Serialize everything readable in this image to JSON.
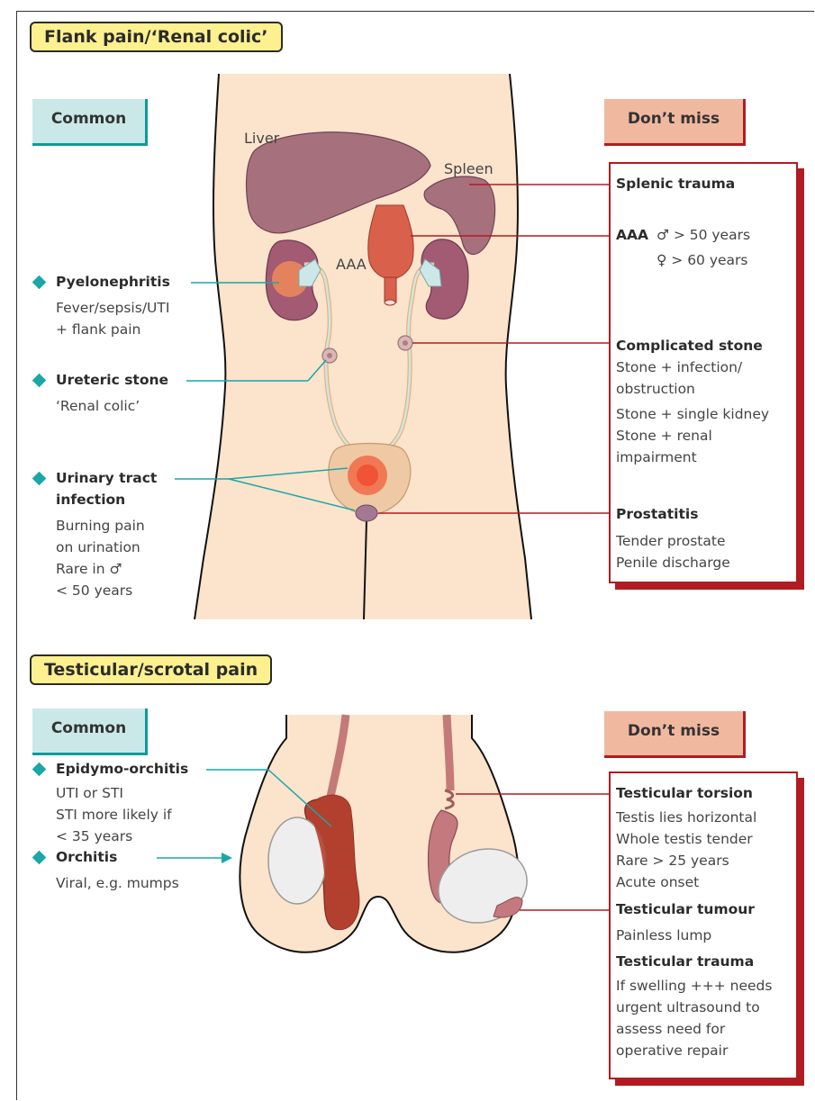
{
  "flank": {
    "title": "Flank pain/‘Renal colic’",
    "common_label": "Common",
    "dont_miss_label": "Don’t miss",
    "organ_labels": {
      "liver": "Liver",
      "spleen": "Spleen",
      "aaa": "AAA"
    },
    "common_items": [
      {
        "heading": "Pyelonephritis",
        "lines": [
          "Fever/sepsis/UTI",
          "+ flank pain"
        ]
      },
      {
        "heading": "Ureteric stone",
        "lines": [
          "‘Renal colic’"
        ]
      },
      {
        "heading": "Urinary tract",
        "heading2": "infection",
        "lines": [
          "Burning pain",
          "on urination",
          "Rare in ♂",
          "< 50 years"
        ]
      }
    ],
    "dont_miss_items": {
      "splenic": "Splenic trauma",
      "aaa_label": "AAA",
      "aaa_male": "♂ > 50 years",
      "aaa_female": "♀ > 60 years",
      "complicated": "Complicated stone",
      "complicated_lines": [
        "Stone + infection/",
        "obstruction",
        "Stone + single kidney",
        "Stone + renal",
        "impairment"
      ],
      "prostatitis": "Prostatitis",
      "prostatitis_lines": [
        "Tender prostate",
        "Penile discharge"
      ]
    }
  },
  "testicular": {
    "title": "Testicular/scrotal pain",
    "common_label": "Common",
    "dont_miss_label": "Don’t miss",
    "common_items": [
      {
        "heading": "Epidymo-orchitis",
        "lines": [
          "UTI or STI",
          "STI more likely if",
          "< 35 years"
        ]
      },
      {
        "heading": "Orchitis",
        "lines": [
          "Viral, e.g. mumps"
        ]
      }
    ],
    "dont_miss_items": [
      {
        "heading": "Testicular torsion",
        "lines": [
          "Testis lies horizontal",
          "Whole testis tender",
          "Rare > 25 years",
          "Acute onset"
        ]
      },
      {
        "heading": "Testicular tumour",
        "lines": [
          "Painless lump"
        ]
      },
      {
        "heading": "Testicular trauma",
        "lines": [
          "If swelling +++ needs",
          "urgent ultrasound to",
          "assess need for",
          "operative repair"
        ]
      }
    ]
  },
  "colors": {
    "teal": "#19a7a7",
    "red": "#b01c22",
    "skin": "#fbe3cc",
    "yellow": "#fdf08f"
  }
}
